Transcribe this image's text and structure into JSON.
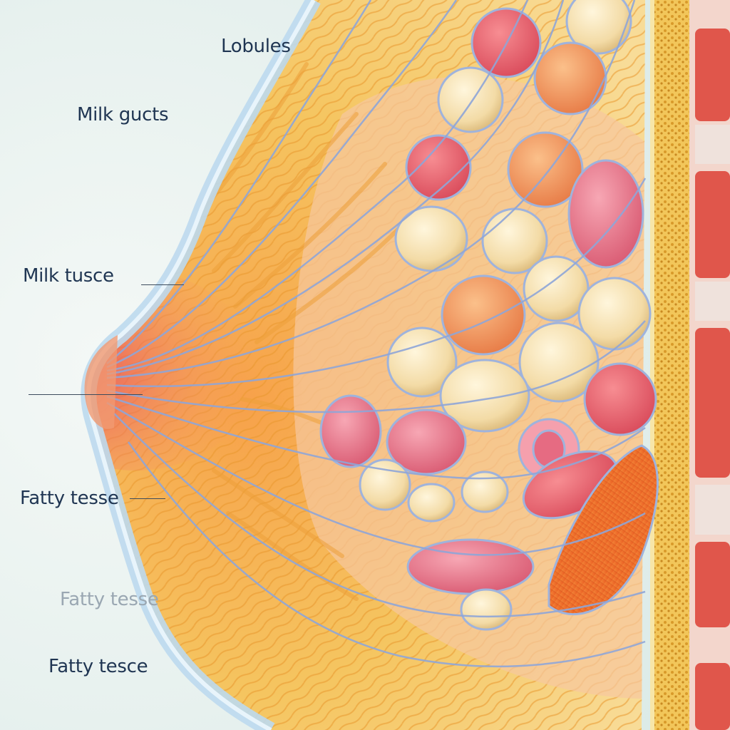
{
  "labels": {
    "lobules": "Lobules",
    "milk_ducts": "Milk gucts",
    "milk_tissue": "Milk tusce",
    "fatty_tissue_1": "Fatty tesse",
    "fatty_tissue_2": "Fatty tesse",
    "fatty_tissue_3": "Fatty tesce"
  },
  "colors": {
    "background": "#eaf3f1",
    "skin_outline": "#bcd9ee",
    "fat": "#f4b84a",
    "fat_light": "#f9d98a",
    "duct_lines": "#8fa6d8",
    "lobule_cream": "#f5e2b4",
    "lobule_orange": "#f1935a",
    "lobule_pink": "#e8768a",
    "chest_wall": "#d9443f",
    "rib_bone": "#e8b23a",
    "label_text": "#1f3552"
  }
}
